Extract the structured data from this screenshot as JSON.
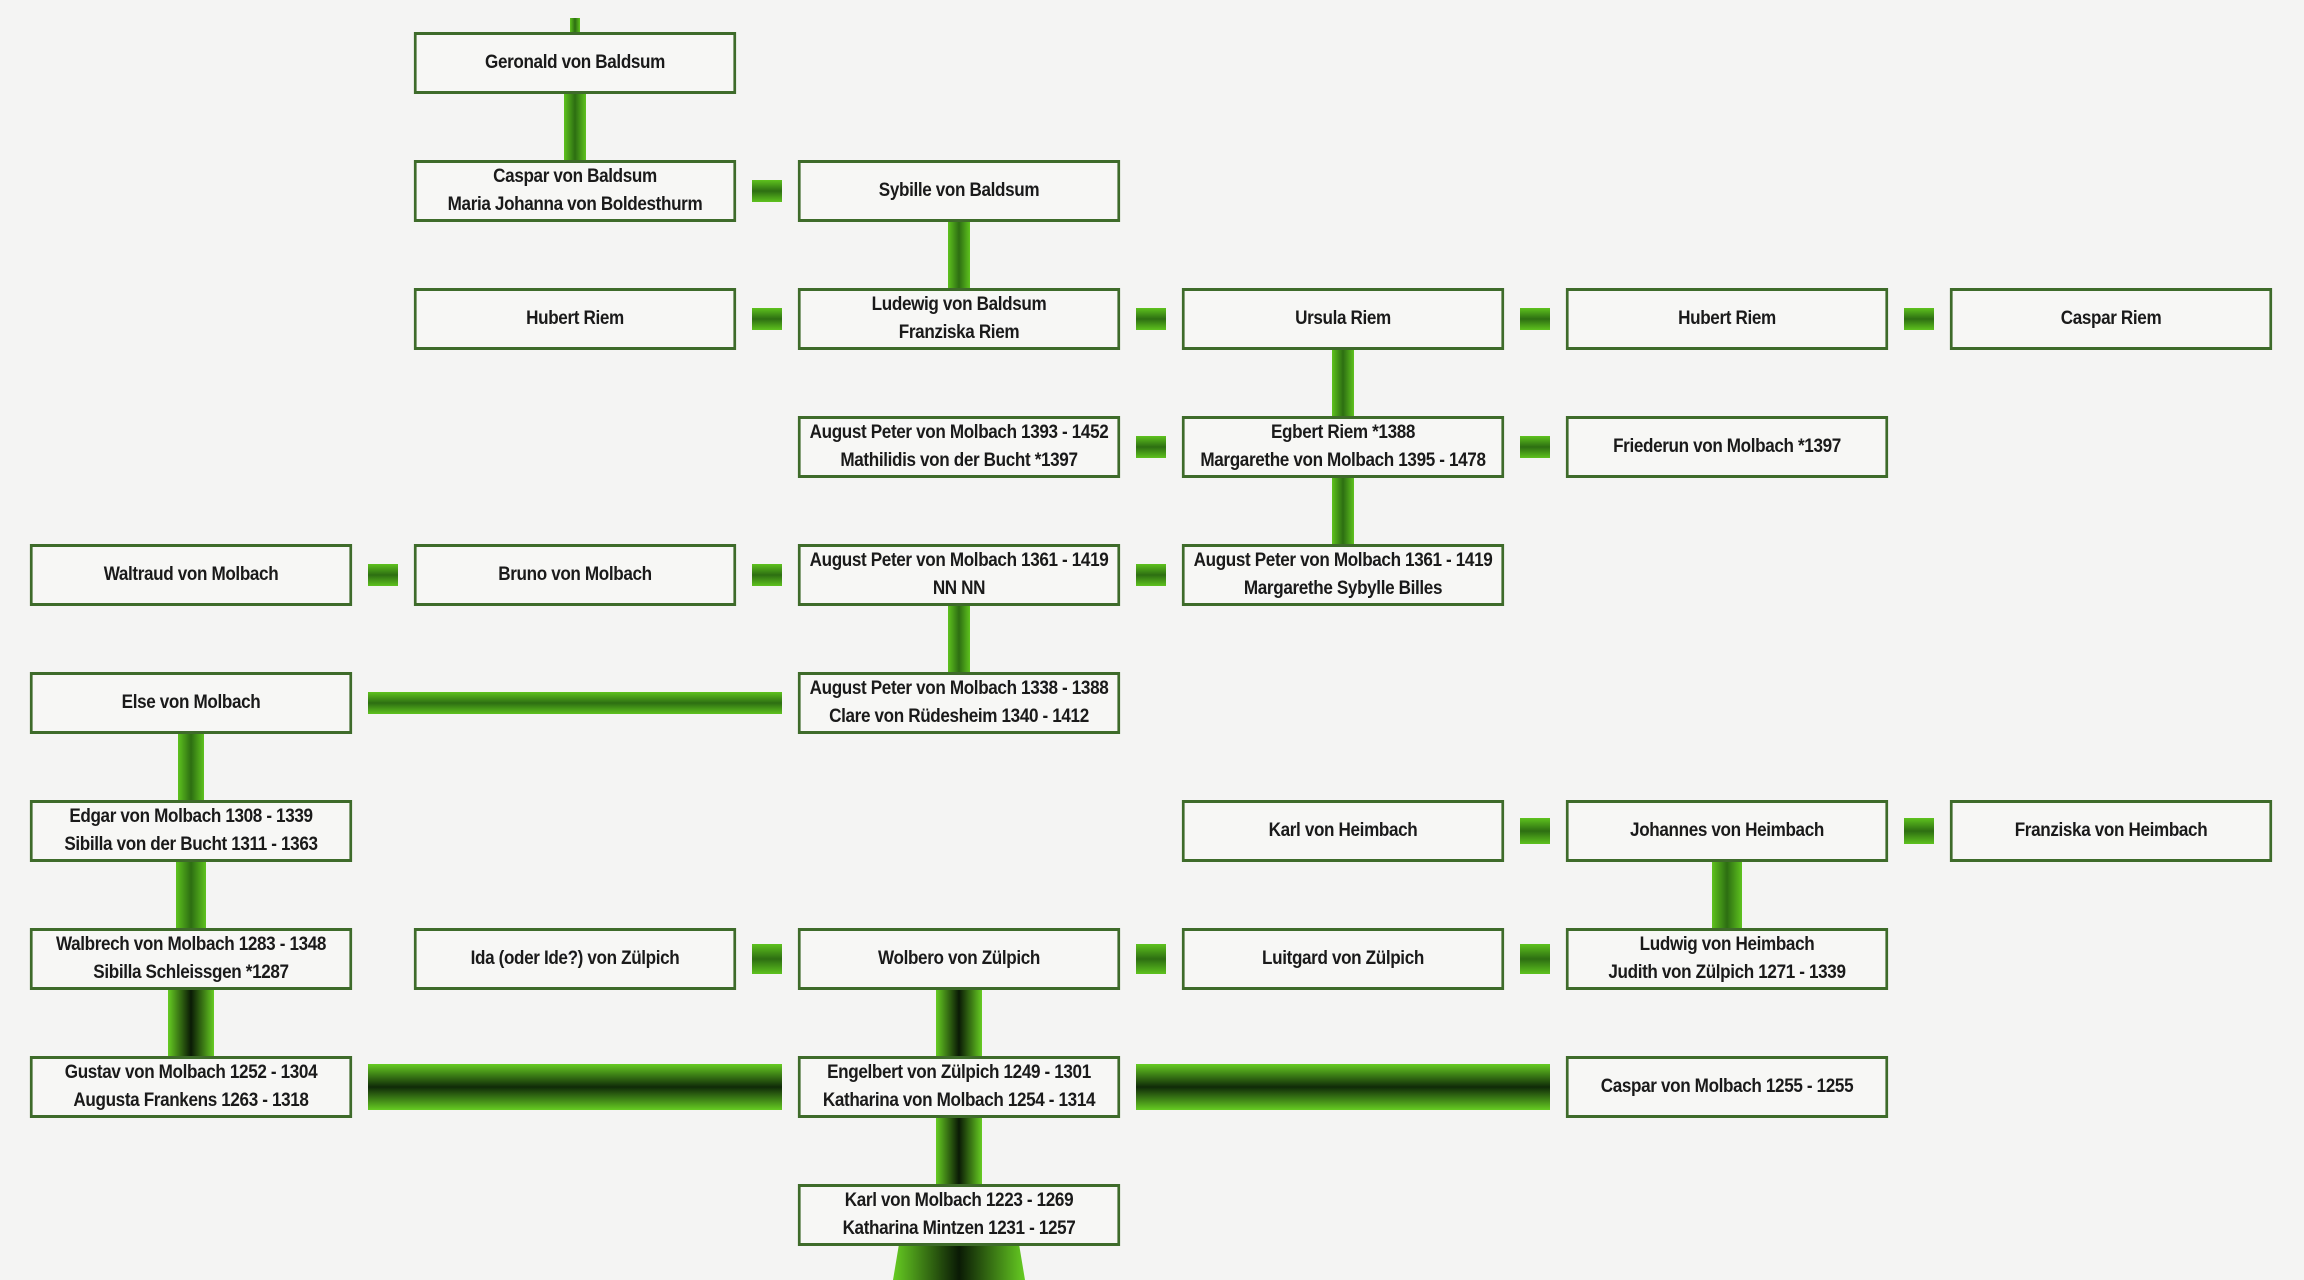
{
  "colors": {
    "background": "#f4f4f3",
    "box_border": "#3e6b2a",
    "connector_light": "#66cc22",
    "connector_dark": "#0f2a08"
  },
  "nodes": [
    {
      "id": "geronald",
      "lines": [
        "Geronald von Baldsum"
      ]
    },
    {
      "id": "caspar-baldsum",
      "lines": [
        "Caspar von Baldsum",
        "Maria Johanna von Boldesthurm"
      ]
    },
    {
      "id": "sybille",
      "lines": [
        "Sybille von Baldsum"
      ]
    },
    {
      "id": "hubert-riem-1",
      "lines": [
        "Hubert Riem"
      ]
    },
    {
      "id": "ludewig",
      "lines": [
        "Ludewig von Baldsum",
        "Franziska Riem"
      ]
    },
    {
      "id": "ursula",
      "lines": [
        "Ursula Riem"
      ]
    },
    {
      "id": "hubert-riem-2",
      "lines": [
        "Hubert Riem"
      ]
    },
    {
      "id": "caspar-riem",
      "lines": [
        "Caspar Riem"
      ]
    },
    {
      "id": "august-1393",
      "lines": [
        "August Peter von Molbach 1393 - 1452",
        "Mathilidis von der Bucht *1397"
      ]
    },
    {
      "id": "egbert",
      "lines": [
        "Egbert Riem *1388",
        "Margarethe von Molbach 1395 - 1478"
      ]
    },
    {
      "id": "friederun",
      "lines": [
        "Friederun von Molbach *1397"
      ]
    },
    {
      "id": "waltraud",
      "lines": [
        "Waltraud von Molbach"
      ]
    },
    {
      "id": "bruno",
      "lines": [
        "Bruno von Molbach"
      ]
    },
    {
      "id": "august-1361-nn",
      "lines": [
        "August Peter von Molbach 1361 - 1419",
        "NN NN"
      ]
    },
    {
      "id": "august-1361-billes",
      "lines": [
        "August Peter von Molbach 1361 - 1419",
        "Margarethe Sybylle Billes"
      ]
    },
    {
      "id": "else",
      "lines": [
        "Else von Molbach"
      ]
    },
    {
      "id": "august-1338",
      "lines": [
        "August Peter von Molbach 1338 - 1388",
        "Clare von Rüdesheim 1340 - 1412"
      ]
    },
    {
      "id": "edgar",
      "lines": [
        "Edgar von Molbach 1308 - 1339",
        "Sibilla von der Bucht 1311 - 1363"
      ]
    },
    {
      "id": "karl-heimbach",
      "lines": [
        "Karl von Heimbach"
      ]
    },
    {
      "id": "johannes-heimbach",
      "lines": [
        "Johannes von Heimbach"
      ]
    },
    {
      "id": "franziska-heimbach",
      "lines": [
        "Franziska von Heimbach"
      ]
    },
    {
      "id": "walbrech",
      "lines": [
        "Walbrech von Molbach 1283 - 1348",
        "Sibilla Schleissgen *1287"
      ]
    },
    {
      "id": "ida",
      "lines": [
        "Ida (oder Ide?) von Zülpich"
      ]
    },
    {
      "id": "wolbero",
      "lines": [
        "Wolbero von Zülpich"
      ]
    },
    {
      "id": "luitgard",
      "lines": [
        "Luitgard von Zülpich"
      ]
    },
    {
      "id": "ludwig-heimbach",
      "lines": [
        "Ludwig von Heimbach",
        "Judith von Zülpich 1271 - 1339"
      ]
    },
    {
      "id": "gustav",
      "lines": [
        "Gustav von Molbach 1252 - 1304",
        "Augusta Frankens 1263 - 1318"
      ]
    },
    {
      "id": "engelbert",
      "lines": [
        "Engelbert von Zülpich 1249 - 1301",
        "Katharina von Molbach 1254 - 1314"
      ]
    },
    {
      "id": "caspar-molbach",
      "lines": [
        "Caspar von Molbach 1255 - 1255"
      ]
    },
    {
      "id": "karl-molbach",
      "lines": [
        "Karl von Molbach 1223 - 1269",
        "Katharina Mintzen 1231 - 1257"
      ]
    }
  ],
  "edges": [
    [
      "geronald",
      "caspar-baldsum"
    ],
    [
      "caspar-baldsum",
      "sybille"
    ],
    [
      "sybille",
      "ludewig"
    ],
    [
      "hubert-riem-1",
      "ludewig"
    ],
    [
      "ludewig",
      "ursula"
    ],
    [
      "ursula",
      "hubert-riem-2"
    ],
    [
      "hubert-riem-2",
      "caspar-riem"
    ],
    [
      "ursula",
      "egbert"
    ],
    [
      "august-1393",
      "egbert"
    ],
    [
      "egbert",
      "friederun"
    ],
    [
      "egbert",
      "august-1361-billes"
    ],
    [
      "august-1361-nn",
      "august-1361-billes"
    ],
    [
      "waltraud",
      "bruno"
    ],
    [
      "bruno",
      "august-1361-nn"
    ],
    [
      "august-1361-nn",
      "august-1338"
    ],
    [
      "else",
      "august-1338"
    ],
    [
      "else",
      "edgar"
    ],
    [
      "edgar",
      "walbrech"
    ],
    [
      "karl-heimbach",
      "johannes-heimbach"
    ],
    [
      "johannes-heimbach",
      "franziska-heimbach"
    ],
    [
      "johannes-heimbach",
      "ludwig-heimbach"
    ],
    [
      "walbrech",
      "gustav"
    ],
    [
      "ida",
      "wolbero"
    ],
    [
      "wolbero",
      "luitgard"
    ],
    [
      "luitgard",
      "ludwig-heimbach"
    ],
    [
      "wolbero",
      "engelbert"
    ],
    [
      "gustav",
      "engelbert"
    ],
    [
      "engelbert",
      "caspar-molbach"
    ],
    [
      "engelbert",
      "karl-molbach"
    ]
  ]
}
